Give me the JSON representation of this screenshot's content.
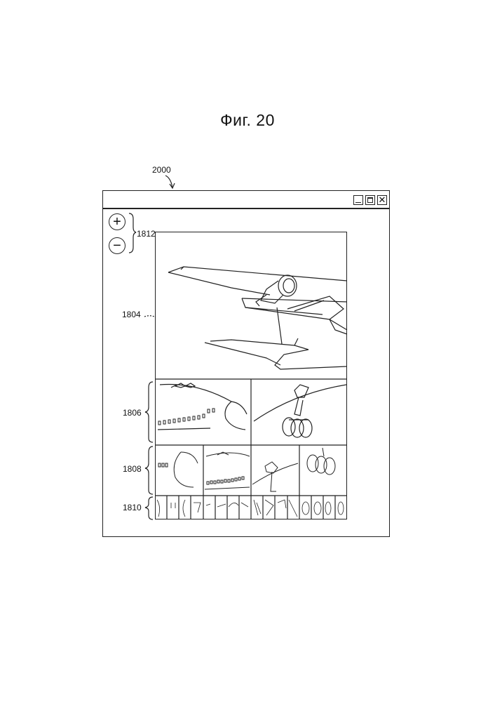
{
  "figure": {
    "title": "Фиг. 20"
  },
  "labels": {
    "window": "2000",
    "zoom_controls": "1812",
    "main_view": "1804",
    "row_1": "1806",
    "row_2": "1808",
    "row_3": "1810"
  },
  "zoom": {
    "in_symbol": "+",
    "out_symbol": "−"
  },
  "icons": [
    "minimize-icon",
    "maximize-icon",
    "close-icon",
    "zoom-in-icon",
    "zoom-out-icon"
  ]
}
